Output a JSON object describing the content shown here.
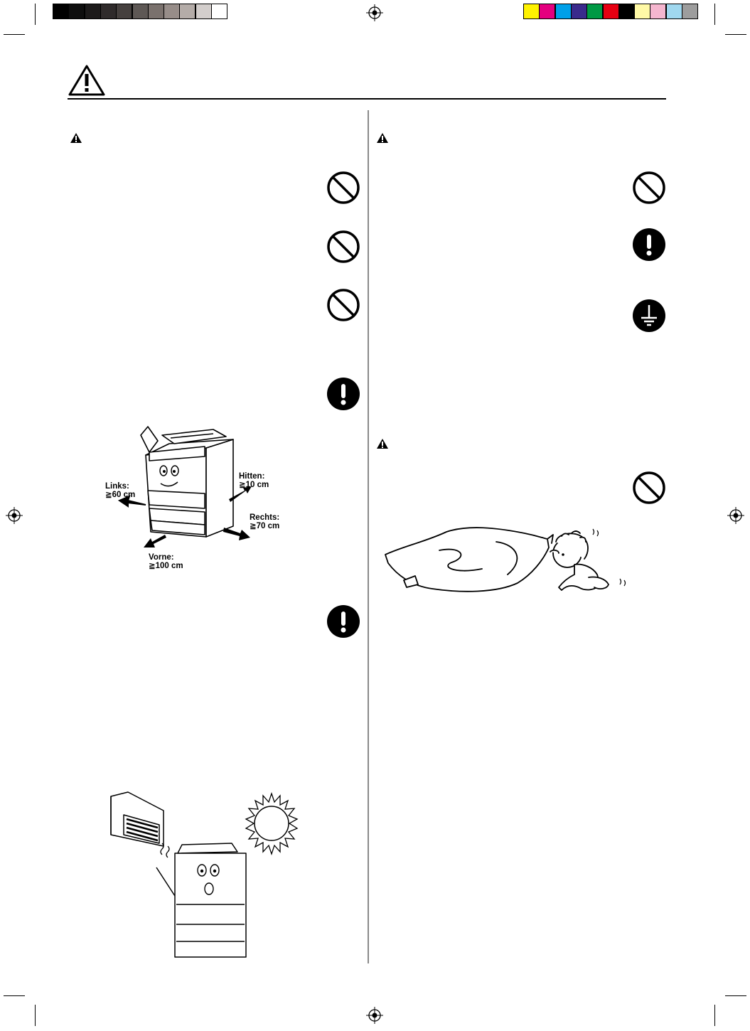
{
  "registration": {
    "gray_swatches": [
      "#000000",
      "#0e0e0e",
      "#1c1a1a",
      "#2f2b2b",
      "#45403e",
      "#5e5855",
      "#7a716d",
      "#978d89",
      "#b4aca8",
      "#d3cecc",
      "#ffffff"
    ],
    "color_swatches": [
      "#fff200",
      "#e4007f",
      "#00a0e9",
      "#3a2a8c",
      "#009944",
      "#e60012",
      "#000000",
      "#fff9a6",
      "#f5b6cf",
      "#a0d8ef",
      "#9d9d9d"
    ]
  },
  "figure_clearance": {
    "left_label": "Links:",
    "left_value": "≧60 cm",
    "back_label": "Hitten:",
    "back_value": "≧10 cm",
    "right_label": "Rechts:",
    "right_value": "≧70 cm",
    "front_label": "Vorne:",
    "front_value": "≧100 cm"
  }
}
